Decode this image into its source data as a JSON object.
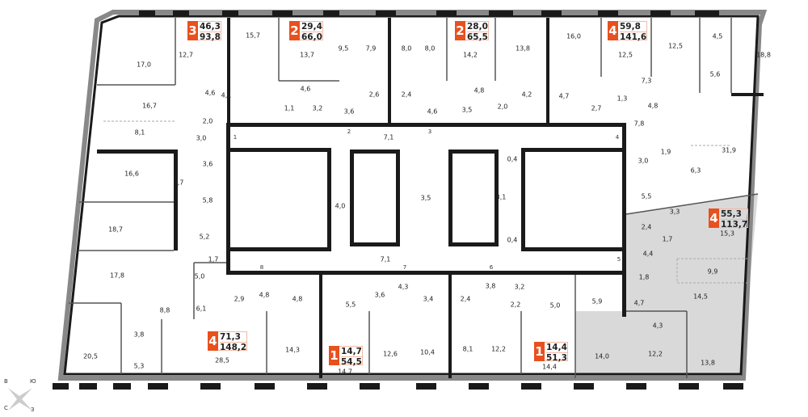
{
  "apartments": [
    {
      "rooms": "3",
      "living_area": "46,3",
      "total_area": "93,8"
    },
    {
      "rooms": "2",
      "living_area": "29,4",
      "total_area": "66,0"
    },
    {
      "rooms": "2",
      "living_area": "28,0",
      "total_area": "65,5"
    },
    {
      "rooms": "4",
      "living_area": "59,8",
      "total_area": "141,6"
    },
    {
      "rooms": "4",
      "living_area": "55,3",
      "total_area": "113,7"
    },
    {
      "rooms": "4",
      "living_area": "71,3",
      "total_area": "148,2"
    },
    {
      "rooms": "1",
      "living_area": "14,7",
      "total_area": "54,5"
    },
    {
      "rooms": "1",
      "living_area": "14,4",
      "total_area": "51,3"
    }
  ],
  "rooms": [
    "17,0",
    "12,7",
    "15,7",
    "13,7",
    "9,5",
    "7,9",
    "8,0",
    "8,0",
    "14,2",
    "13,8",
    "16,0",
    "12,5",
    "12,5",
    "4,5",
    "18,8",
    "5,6",
    "16,7",
    "4,6",
    "4,1",
    "4,6",
    "3,6",
    "2,6",
    "2,4",
    "4,6",
    "3,5",
    "4,8",
    "2,0",
    "4,2",
    "4,7",
    "2,7",
    "7,3",
    "1,3",
    "4,8",
    "1,1",
    "3,2",
    "2,0",
    "8,1",
    "3,0",
    "7,1",
    "7,8",
    "0,4",
    "31,9",
    "1,9",
    "3,0",
    "6,3",
    "16,6",
    "3,6",
    "3,7",
    "5,8",
    "4,0",
    "3,5",
    "3,1",
    "5,5",
    "3,3",
    "15,3",
    "2,4",
    "1,7",
    "4,4",
    "9,9",
    "18,7",
    "5,2",
    "1,7",
    "0,4",
    "7,1",
    "17,8",
    "5,0",
    "6,1",
    "2,9",
    "4,8",
    "4,8",
    "5,5",
    "3,6",
    "4,3",
    "3,4",
    "2,4",
    "3,8",
    "3,2",
    "2,2",
    "5,0",
    "5,9",
    "4,7",
    "1,8",
    "14,5",
    "8,8",
    "3,8",
    "14,3",
    "12,6",
    "10,4",
    "8,1",
    "12,2",
    "4,3",
    "14,0",
    "12,2",
    "13,8",
    "20,5",
    "5,3",
    "28,5",
    "14,7",
    "14,4"
  ],
  "doors": [
    "1",
    "2",
    "3",
    "4",
    "5",
    "6",
    "7",
    "8"
  ],
  "compass": {
    "north": "С",
    "south": "Ю",
    "east": "В",
    "west": "З"
  },
  "colors": {
    "accent": "#e8501e",
    "highlight": "#d9d9d9",
    "wall": "#1a1a1a"
  }
}
